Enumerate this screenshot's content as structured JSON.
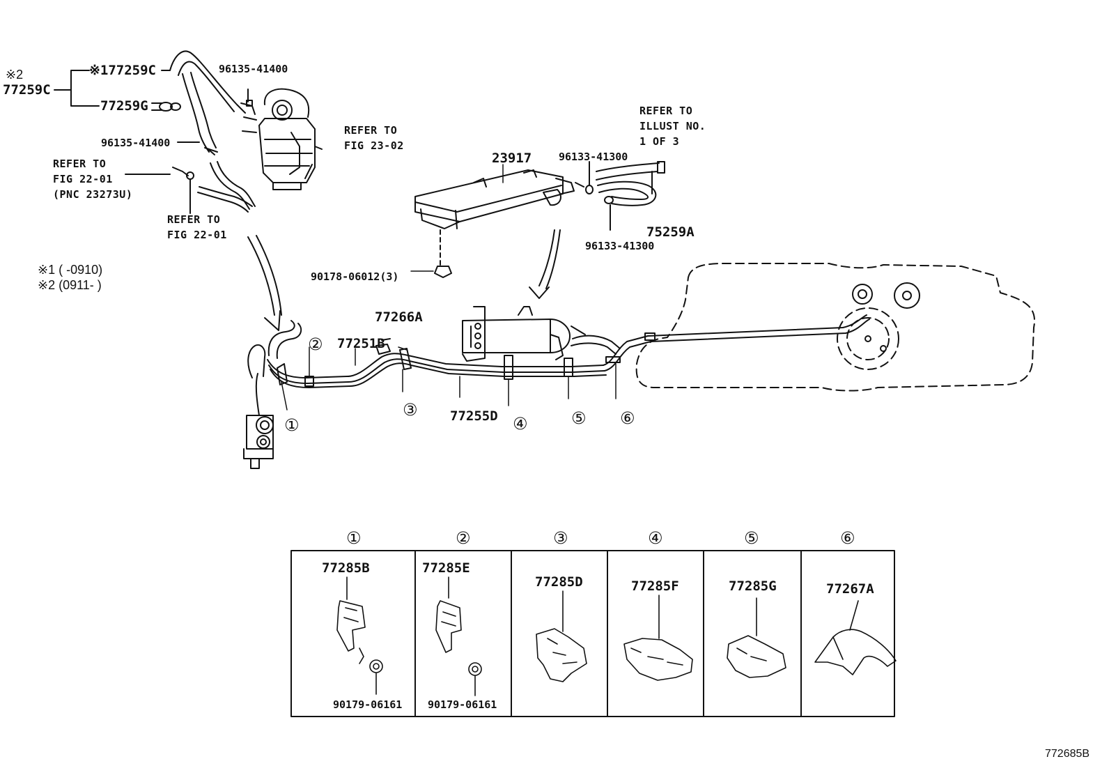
{
  "notes": {
    "variant_1_mark": "※2",
    "variant_1_part": "77259C",
    "variant_1a": "※177259C",
    "variant_1b": "77259G",
    "legend_1": "※1 (      -0910)",
    "legend_2": "※2 (0911-      )"
  },
  "references": {
    "fig_23_02": [
      "REFER TO",
      "FIG 23-02"
    ],
    "fig_22_01_pnc": [
      "REFER TO",
      "FIG 22-01",
      "(PNC 23273U)"
    ],
    "fig_22_01": [
      "REFER TO",
      "FIG 22-01"
    ],
    "illust": [
      "REFER TO",
      "ILLUST NO.",
      "1 OF 3"
    ]
  },
  "parts": {
    "p96135_top": "96135-41400",
    "p96135_mid": "96135-41400",
    "p23917": "23917",
    "p96133_top": "96133-41300",
    "p96133_bottom": "96133-41300",
    "p75259A": "75259A",
    "p90178": "90178-06012(3)",
    "p77266A": "77266A",
    "p77251B": "77251B",
    "p77255D": "77255D"
  },
  "callouts": [
    "①",
    "②",
    "③",
    "④",
    "⑤",
    "⑥"
  ],
  "detail_table": {
    "headers": [
      "①",
      "②",
      "③",
      "④",
      "⑤",
      "⑥"
    ],
    "cells": [
      {
        "part": "77285B",
        "sub": "90179-06161"
      },
      {
        "part": "77285E",
        "sub": "90179-06161"
      },
      {
        "part": "77285D",
        "sub": ""
      },
      {
        "part": "77285F",
        "sub": ""
      },
      {
        "part": "77285G",
        "sub": ""
      },
      {
        "part": "77267A",
        "sub": ""
      }
    ]
  },
  "illustration_code": "772685B"
}
